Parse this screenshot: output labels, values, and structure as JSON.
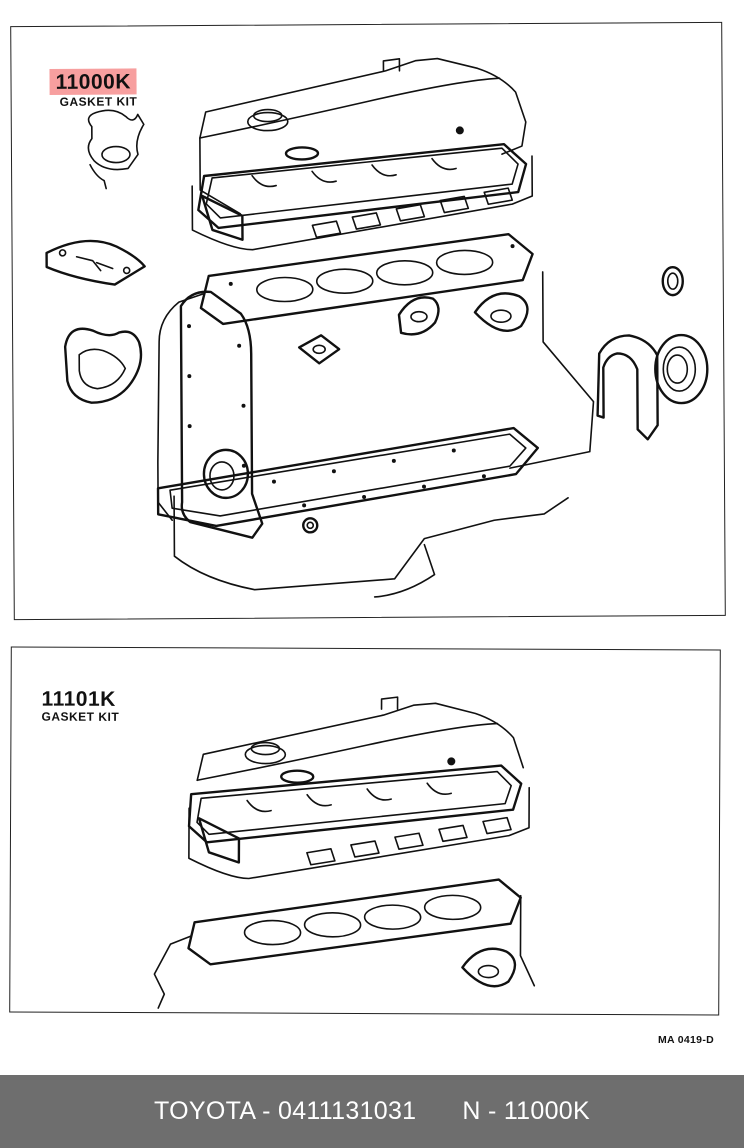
{
  "kits": [
    {
      "code": "11000K",
      "name": "GASKET KIT",
      "highlighted": true
    },
    {
      "code": "11101K",
      "name": "GASKET KIT",
      "highlighted": false
    }
  ],
  "diagram_ref": "MA 0419-D",
  "footer": {
    "brand_part": "TOYOTA - 0411131031",
    "catalog_ref": "N - 11000K"
  },
  "colors": {
    "highlight": "#f05050",
    "footer_bg": "#6e6e6e",
    "footer_text": "#ffffff",
    "line_art": "#111111"
  }
}
